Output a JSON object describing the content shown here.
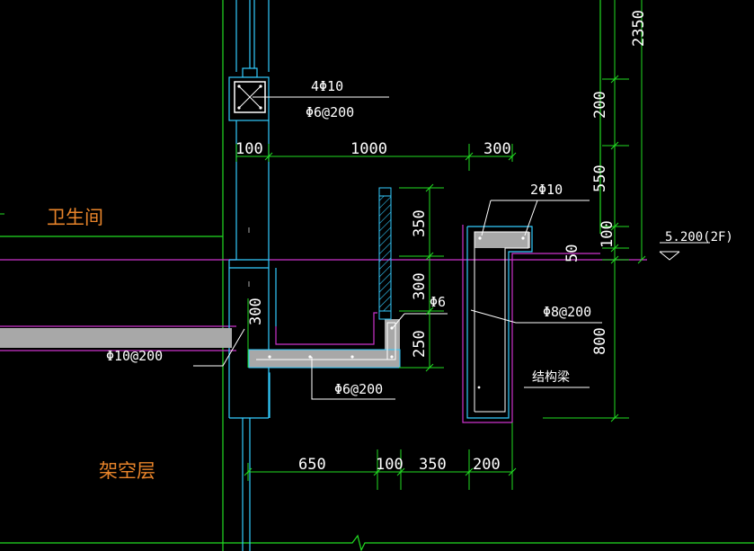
{
  "rooms": {
    "bathroom": "卫生间",
    "stilt_floor": "架空层"
  },
  "rebar_labels": {
    "column_main": "4Φ10",
    "column_stirrup": "Φ6@200",
    "slab_top": "Φ10@200",
    "slab_bottom": "Φ6@200",
    "upturn_bar": "Φ6",
    "beam_main": "2Φ10",
    "beam_stirrup": "Φ8@200",
    "structural_beam": "结构梁"
  },
  "dimensions": {
    "top": [
      "100",
      "1000",
      "300"
    ],
    "bottom": [
      "650",
      "100",
      "350",
      "200"
    ],
    "right_vertical": [
      "2350",
      "200",
      "550",
      "100",
      "50",
      "800"
    ],
    "parapet_vertical": [
      "350",
      "300",
      "250"
    ],
    "slab_depth": "300"
  },
  "elevation": "5.200(2F)",
  "colors": {
    "background": "#000000",
    "dimension_green": "#22dd22",
    "outline_cyan": "#33ccff",
    "magenta": "#cc33cc",
    "concrete_gray": "#a8a8a8",
    "label_orange": "#e8842a",
    "white": "#ffffff"
  }
}
